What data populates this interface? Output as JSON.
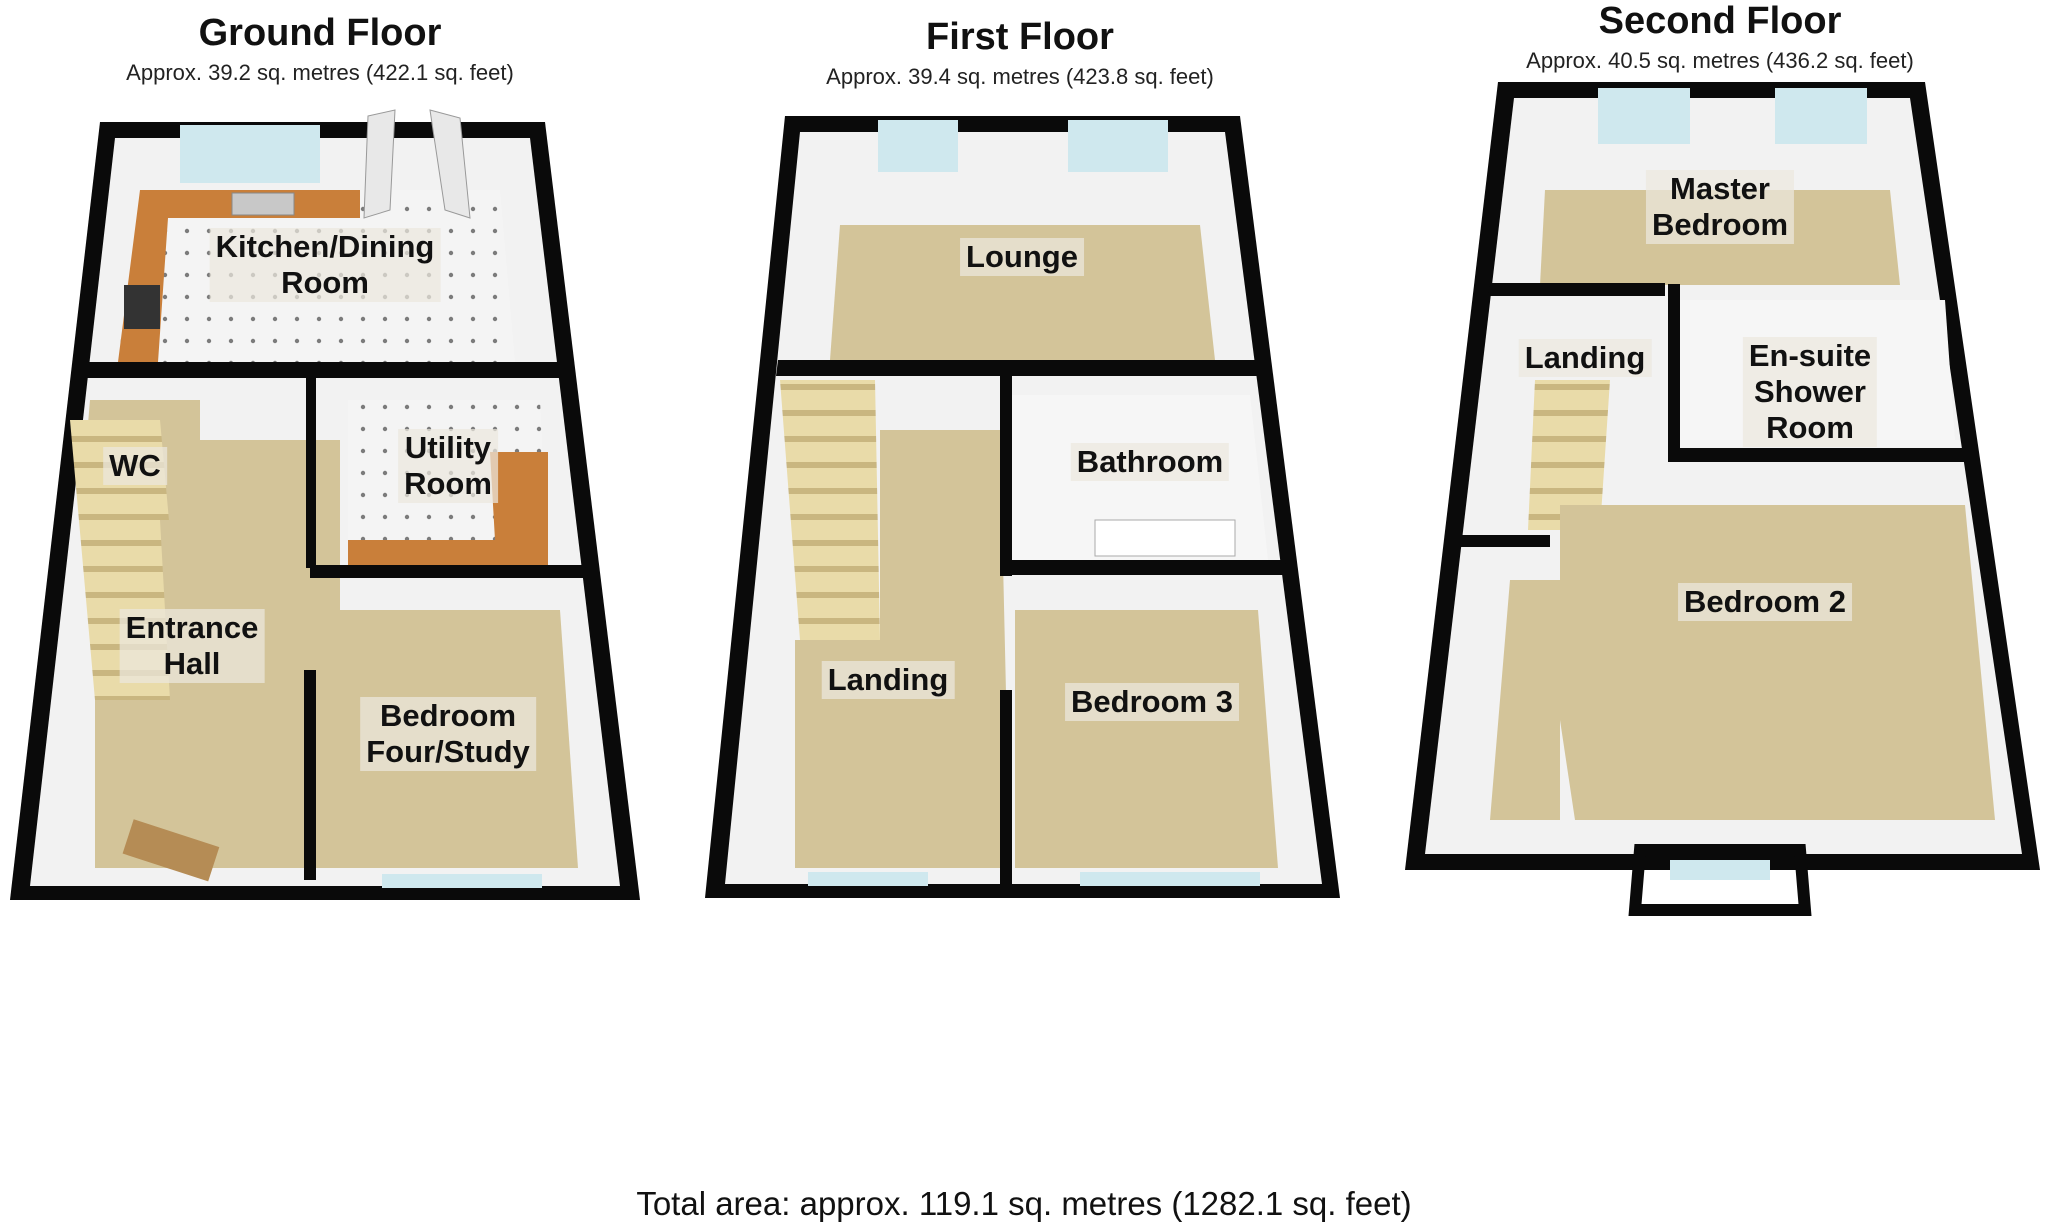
{
  "floors": [
    {
      "title": "Ground Floor",
      "area": "Approx. 39.2 sq. metres (422.1 sq. feet)",
      "rooms": [
        {
          "name": "Kitchen/Dining\nRoom"
        },
        {
          "name": "WC"
        },
        {
          "name": "Utility\nRoom"
        },
        {
          "name": "Entrance\nHall"
        },
        {
          "name": "Bedroom\nFour/Study"
        }
      ]
    },
    {
      "title": "First Floor",
      "area": "Approx. 39.4 sq. metres (423.8 sq. feet)",
      "rooms": [
        {
          "name": "Lounge"
        },
        {
          "name": "Bathroom"
        },
        {
          "name": "Landing"
        },
        {
          "name": "Bedroom 3"
        }
      ]
    },
    {
      "title": "Second Floor",
      "area": "Approx. 40.5 sq. metres (436.2 sq. feet)",
      "rooms": [
        {
          "name": "Master\nBedroom"
        },
        {
          "name": "Landing"
        },
        {
          "name": "En-suite\nShower\nRoom"
        },
        {
          "name": "Bedroom 2"
        }
      ]
    }
  ],
  "total": "Total area: approx. 119.1 sq. metres (1282.1 sq. feet)",
  "colors": {
    "wall": "#0a0a0a",
    "wall_face": "#f2f2f2",
    "carpet": "#d3c499",
    "tile": "#f4f4f4",
    "worktop": "#c97f3a",
    "window": "#cfe8ee",
    "stairs": "#e8d9a8",
    "background": "#ffffff"
  }
}
